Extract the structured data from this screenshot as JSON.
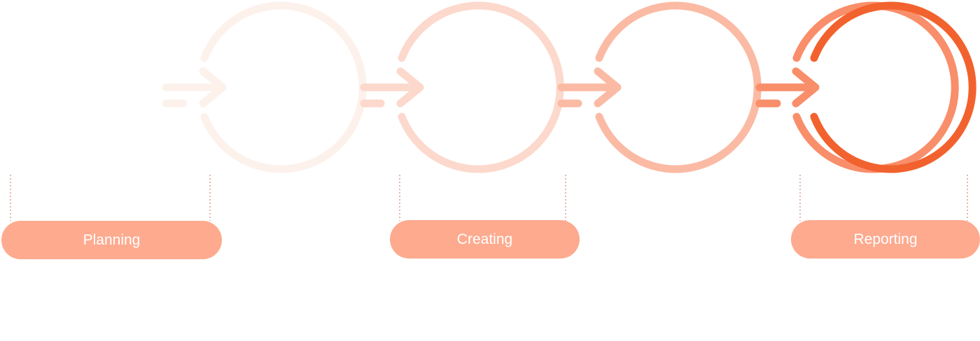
{
  "process": {
    "circle_colors": [
      "#fdf1ec",
      "#fcd9cc",
      "#fbbaa4",
      "#f98e6a",
      "#f2622e"
    ],
    "pill_color": "#fdaa8f",
    "leader_line_color": "#d9a090",
    "stages": [
      {
        "label": "Planning"
      },
      {
        "label": "Creating"
      },
      {
        "label": "Reporting"
      }
    ]
  }
}
